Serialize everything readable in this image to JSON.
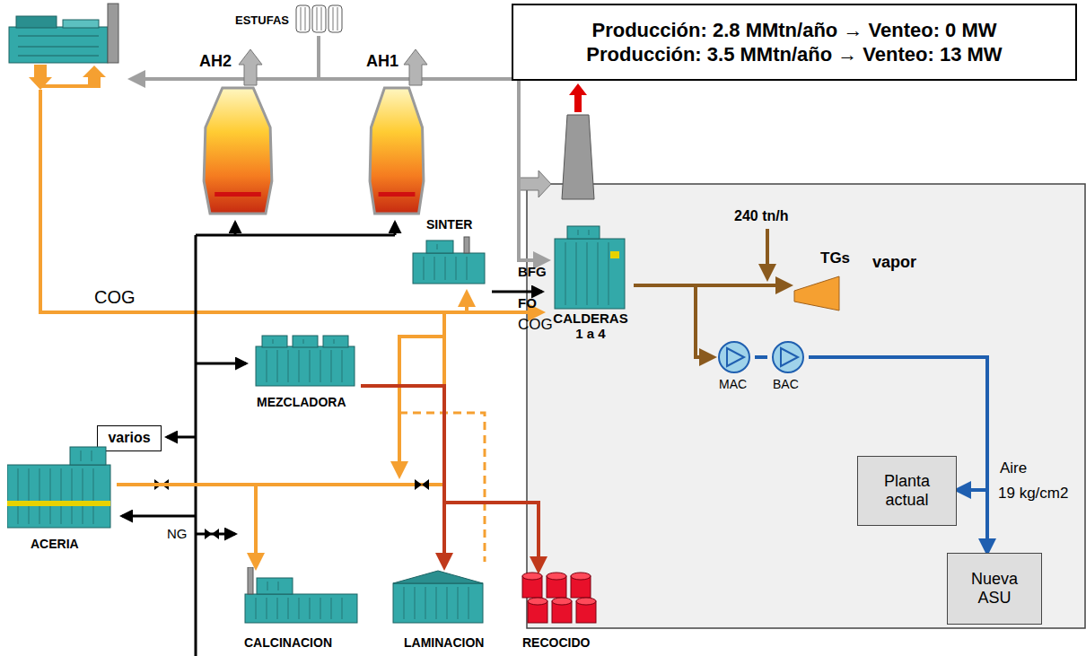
{
  "diagram": {
    "nodes": [
      {
        "text": [
          "Producción: 2.8 MMtn/año → Venteo: 0 MW",
          "Producción: 3.5 MMtn/año → Venteo: 13 MW"
        ]
      },
      {
        "text": [
          "ESTUFAS"
        ]
      },
      {
        "text": [
          "AH2"
        ]
      },
      {
        "text": [
          "AH1"
        ]
      },
      {
        "text": [
          "SINTER"
        ]
      },
      {
        "text": [
          "MEZCLADORA"
        ]
      },
      {
        "text": [
          "varios"
        ]
      },
      {
        "text": [
          "ACERIA"
        ]
      },
      {
        "text": [
          "CALCINACION"
        ]
      },
      {
        "text": [
          "LAMINACION"
        ]
      },
      {
        "text": [
          "RECOCIDO"
        ]
      },
      {
        "text": [
          "CALDERAS 1 a 4"
        ]
      },
      {
        "text": [
          "TGs"
        ]
      },
      {
        "text": [
          "MAC"
        ]
      },
      {
        "text": [
          "BAC"
        ]
      },
      {
        "text": [
          "Planta actual"
        ]
      },
      {
        "text": [
          "Nueva ASU"
        ]
      }
    ],
    "edges": [
      {
        "from": 3,
        "to": 11,
        "arrow": "to"
      },
      {
        "from": 3,
        "to": 1,
        "arrow": "none"
      },
      {
        "from": 5,
        "to": 9,
        "arrow": "to"
      },
      {
        "from": 5,
        "to": 10,
        "arrow": "to"
      },
      {
        "from": 7,
        "to": 8,
        "arrow": "to"
      },
      {
        "from": 11,
        "to": 12,
        "arrow": "to"
      },
      {
        "from": 11,
        "to": 13,
        "arrow": "to"
      },
      {
        "from": 13,
        "to": 14,
        "arrow": "none"
      },
      {
        "from": 14,
        "to": 15,
        "arrow": "to"
      },
      {
        "from": 14,
        "to": 16,
        "arrow": "to"
      }
    ],
    "labels": [
      "COG",
      "BFG",
      "FO",
      "COG",
      "240 tn/h",
      "vapor",
      "Aire",
      "19 kg/cm2",
      "NG"
    ]
  }
}
